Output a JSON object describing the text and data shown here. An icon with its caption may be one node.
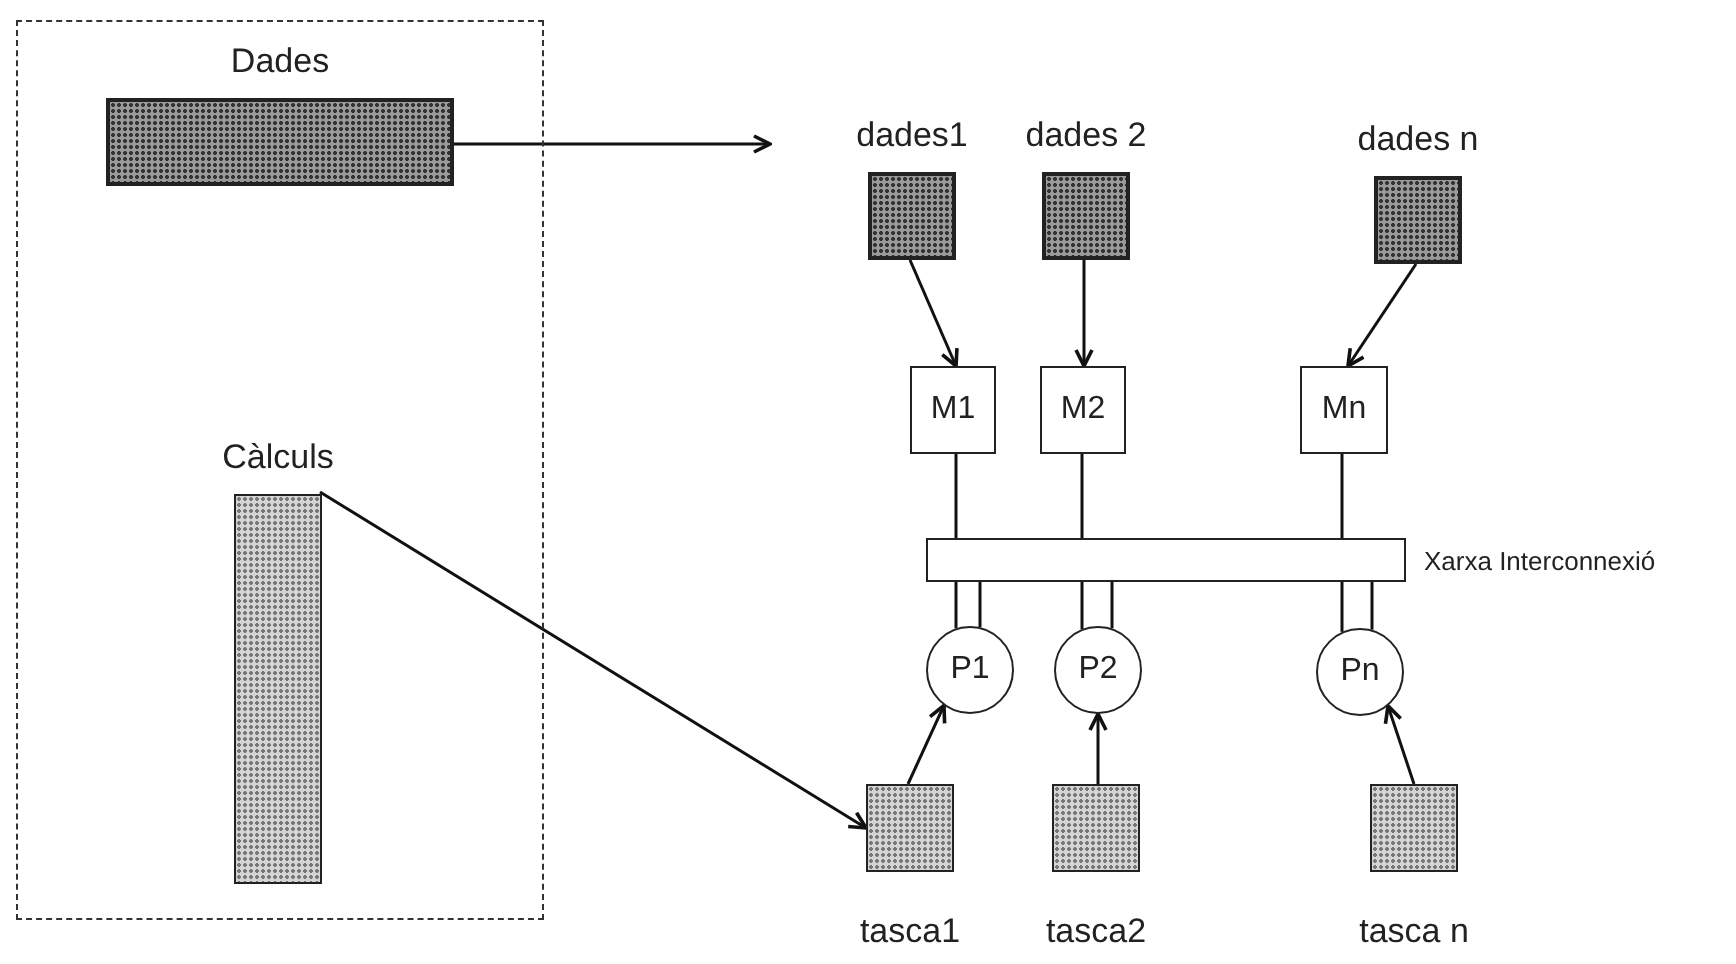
{
  "diagram": {
    "nodes": [
      {
        "text": [],
        "shape": "box"
      },
      {
        "text": [
          "Dades"
        ],
        "in": 0
      },
      {
        "text": [
          "Càlculs"
        ],
        "in": 0
      },
      {
        "text": [
          "dades1"
        ]
      },
      {
        "text": [
          "dades 2"
        ]
      },
      {
        "text": [
          "dades n"
        ]
      },
      {
        "text": [
          "M1"
        ]
      },
      {
        "text": [
          "M2"
        ]
      },
      {
        "text": [
          "Mn"
        ]
      },
      {
        "text": [
          "Xarxa Interconnexió"
        ]
      },
      {
        "text": [
          "P1"
        ]
      },
      {
        "text": [
          "P2"
        ]
      },
      {
        "text": [
          "Pn"
        ]
      },
      {
        "text": [
          "tasca1"
        ]
      },
      {
        "text": [
          "tasca2"
        ]
      },
      {
        "text": [
          "tasca n"
        ]
      }
    ],
    "edges": [
      {
        "from": 1,
        "to": null,
        "arrow": "to"
      },
      {
        "from": 2,
        "to": 13,
        "arrow": "to"
      },
      {
        "from": 3,
        "to": 6,
        "arrow": "to"
      },
      {
        "from": 4,
        "to": 7,
        "arrow": "to"
      },
      {
        "from": 5,
        "to": 8,
        "arrow": "to"
      },
      {
        "from": 6,
        "to": 9,
        "arrow": "none"
      },
      {
        "from": 7,
        "to": 9,
        "arrow": "none"
      },
      {
        "from": 8,
        "to": 9,
        "arrow": "none"
      },
      {
        "from": 9,
        "to": 10,
        "arrow": "none"
      },
      {
        "from": 9,
        "to": 10,
        "arrow": "none"
      },
      {
        "from": 9,
        "to": 11,
        "arrow": "none"
      },
      {
        "from": 9,
        "to": 11,
        "arrow": "none"
      },
      {
        "from": 9,
        "to": 12,
        "arrow": "none"
      },
      {
        "from": 9,
        "to": 12,
        "arrow": "none"
      },
      {
        "from": 13,
        "to": 10,
        "arrow": "to"
      },
      {
        "from": 14,
        "to": 11,
        "arrow": "to"
      },
      {
        "from": 15,
        "to": 12,
        "arrow": "to"
      }
    ]
  }
}
